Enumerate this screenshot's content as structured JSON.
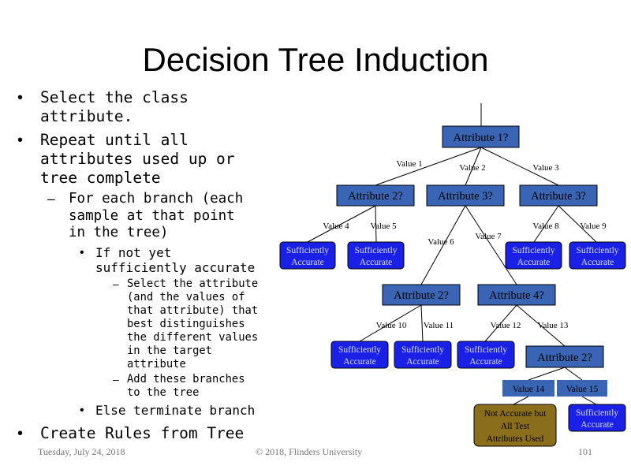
{
  "slide": {
    "title": "Decision Tree Induction",
    "bullets": {
      "b1": [
        "Select the class",
        "attribute."
      ],
      "b2": [
        "Repeat until all",
        "attributes used up or",
        "tree complete"
      ],
      "b2a": [
        "For each branch (each",
        "sample at that point",
        "in the tree)"
      ],
      "b2a1": [
        "If not yet",
        "sufficiently accurate"
      ],
      "b2a1a": [
        "Select the attribute",
        "(and the values of",
        "that attribute) that",
        "best distinguishes",
        "the different values",
        "in the target",
        "attribute"
      ],
      "b2a1b": [
        "Add these branches",
        "to the tree"
      ],
      "b2a2": "Else terminate branch",
      "b3": "Create Rules from Tree"
    },
    "bullet_glyphs": {
      "dot": "•",
      "dash": "–"
    },
    "footer": {
      "date": "Tuesday, July 24, 2018",
      "copyright": "© 2018, Flinders University",
      "page": "101"
    }
  },
  "tree": {
    "colors": {
      "attribute": "#3a64b4",
      "leaf": "#1a20e6",
      "value": "#3a64b4",
      "bad_leaf": "#8b6e1c",
      "line": "#000000"
    },
    "attribute_boxes": [
      "Attribute 1?",
      "Attribute 2?",
      "Attribute 3?",
      "Attribute 3?",
      "Attribute 2?",
      "Attribute 4?",
      "Attribute 2?"
    ],
    "sufficient_label": [
      "Sufficiently",
      "Accurate"
    ],
    "not_accurate_label": [
      "Not Accurate but",
      "All Test",
      "Attributes Used"
    ],
    "value_labels": [
      "Value 1",
      "Value 2",
      "Value 3",
      "Value 4",
      "Value 5",
      "Value 6",
      "Value 7",
      "Value 8",
      "Value 9",
      "Value 10",
      "Value 11",
      "Value 12",
      "Value 13"
    ],
    "value_boxes": [
      "Value 14",
      "Value 15"
    ]
  }
}
